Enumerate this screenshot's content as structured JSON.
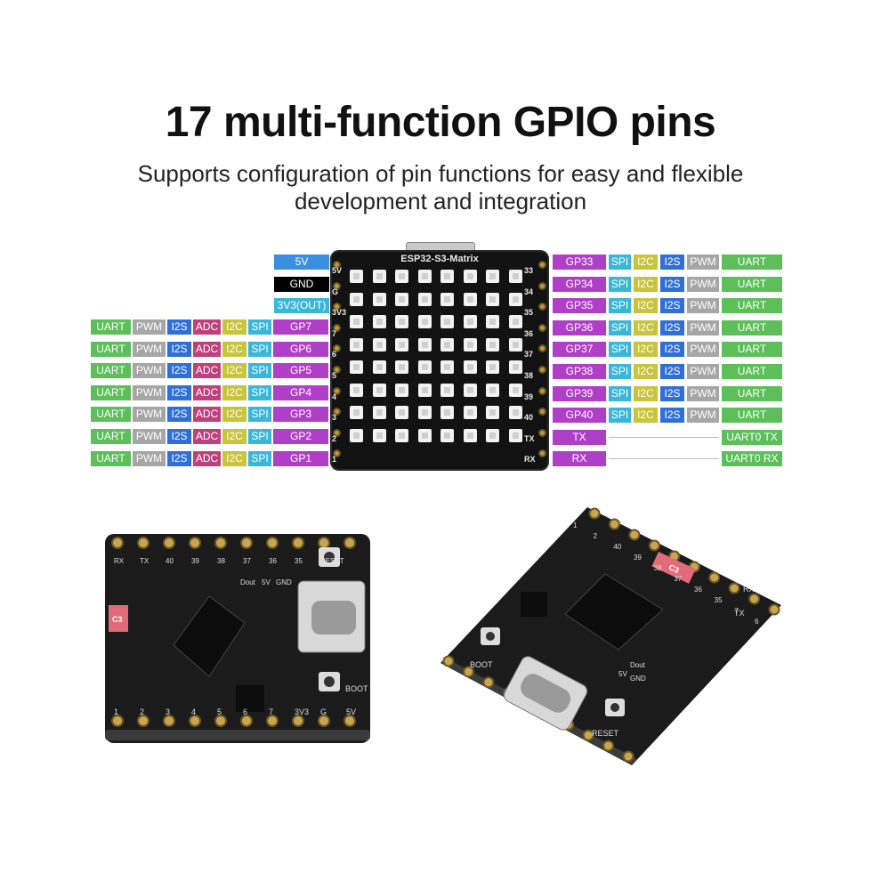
{
  "title": "17 multi-function GPIO pins",
  "subtitle_line1": "Supports configuration of pin functions for easy and flexible",
  "subtitle_line2": "development and integration",
  "colors": {
    "uart": "#5cbf5a",
    "pwm": "#a6a6a6",
    "i2s": "#2f6fd6",
    "adc": "#c0407e",
    "i2c": "#c8c43c",
    "spi": "#3ab6d6",
    "gp": "#b03fc8",
    "v5": "#3a8fe0",
    "gnd": "#000000",
    "v3": "#3ab6d6"
  },
  "board": {
    "name": "ESP32-S3-Matrix",
    "left_labels": [
      "5V",
      "G",
      "3V3",
      "7",
      "6",
      "5",
      "4",
      "3",
      "2",
      "1"
    ],
    "right_labels": [
      "33",
      "34",
      "35",
      "36",
      "37",
      "38",
      "39",
      "40",
      "TX",
      "RX"
    ]
  },
  "power_pins": [
    {
      "label": "5V",
      "kind": "v5"
    },
    {
      "label": "GND",
      "kind": "gnd"
    },
    {
      "label": "3V3(OUT)",
      "kind": "v3"
    }
  ],
  "left_pins": [
    {
      "gp": "GP7",
      "functions": [
        "UART",
        "PWM",
        "I2S",
        "ADC",
        "I2C",
        "SPI"
      ]
    },
    {
      "gp": "GP6",
      "functions": [
        "UART",
        "PWM",
        "I2S",
        "ADC",
        "I2C",
        "SPI"
      ]
    },
    {
      "gp": "GP5",
      "functions": [
        "UART",
        "PWM",
        "I2S",
        "ADC",
        "I2C",
        "SPI"
      ]
    },
    {
      "gp": "GP4",
      "functions": [
        "UART",
        "PWM",
        "I2S",
        "ADC",
        "I2C",
        "SPI"
      ]
    },
    {
      "gp": "GP3",
      "functions": [
        "UART",
        "PWM",
        "I2S",
        "ADC",
        "I2C",
        "SPI"
      ]
    },
    {
      "gp": "GP2",
      "functions": [
        "UART",
        "PWM",
        "I2S",
        "ADC",
        "I2C",
        "SPI"
      ]
    },
    {
      "gp": "GP1",
      "functions": [
        "UART",
        "PWM",
        "I2S",
        "ADC",
        "I2C",
        "SPI"
      ]
    }
  ],
  "right_pins": [
    {
      "gp": "GP33",
      "functions": [
        "SPI",
        "I2C",
        "I2S",
        "PWM",
        "UART"
      ]
    },
    {
      "gp": "GP34",
      "functions": [
        "SPI",
        "I2C",
        "I2S",
        "PWM",
        "UART"
      ]
    },
    {
      "gp": "GP35",
      "functions": [
        "SPI",
        "I2C",
        "I2S",
        "PWM",
        "UART"
      ]
    },
    {
      "gp": "GP36",
      "functions": [
        "SPI",
        "I2C",
        "I2S",
        "PWM",
        "UART"
      ]
    },
    {
      "gp": "GP37",
      "functions": [
        "SPI",
        "I2C",
        "I2S",
        "PWM",
        "UART"
      ]
    },
    {
      "gp": "GP38",
      "functions": [
        "SPI",
        "I2C",
        "I2S",
        "PWM",
        "UART"
      ]
    },
    {
      "gp": "GP39",
      "functions": [
        "SPI",
        "I2C",
        "I2S",
        "PWM",
        "UART"
      ]
    },
    {
      "gp": "GP40",
      "functions": [
        "SPI",
        "I2C",
        "I2S",
        "PWM",
        "UART"
      ]
    }
  ],
  "right_uart_pins": [
    {
      "label": "TX",
      "function": "UART0 TX"
    },
    {
      "label": "RX",
      "function": "UART0 RX"
    }
  ],
  "photo_left": {
    "top_labels": [
      "RX",
      "TX",
      "40",
      "39",
      "38",
      "37",
      "36",
      "35",
      "RESET"
    ],
    "bottom_labels": [
      "1",
      "2",
      "3",
      "4",
      "5",
      "6",
      "7",
      "3V3",
      "G",
      "5V"
    ],
    "chip_label": "C3",
    "boot_label": "BOOT",
    "dout_label": "Dout",
    "gnd_label": "GND",
    "v5_label": "5V"
  },
  "photo_right": {
    "chip_label": "C3",
    "rx_label": "RX",
    "tx_label": "TX",
    "boot_label": "BOOT",
    "reset_label": "RESET",
    "dout_label": "Dout",
    "gnd_label": "GND",
    "v5_label": "5V",
    "pin_labels": [
      "1",
      "2",
      "40",
      "39",
      "38",
      "37",
      "36",
      "35",
      "7",
      "6"
    ]
  }
}
